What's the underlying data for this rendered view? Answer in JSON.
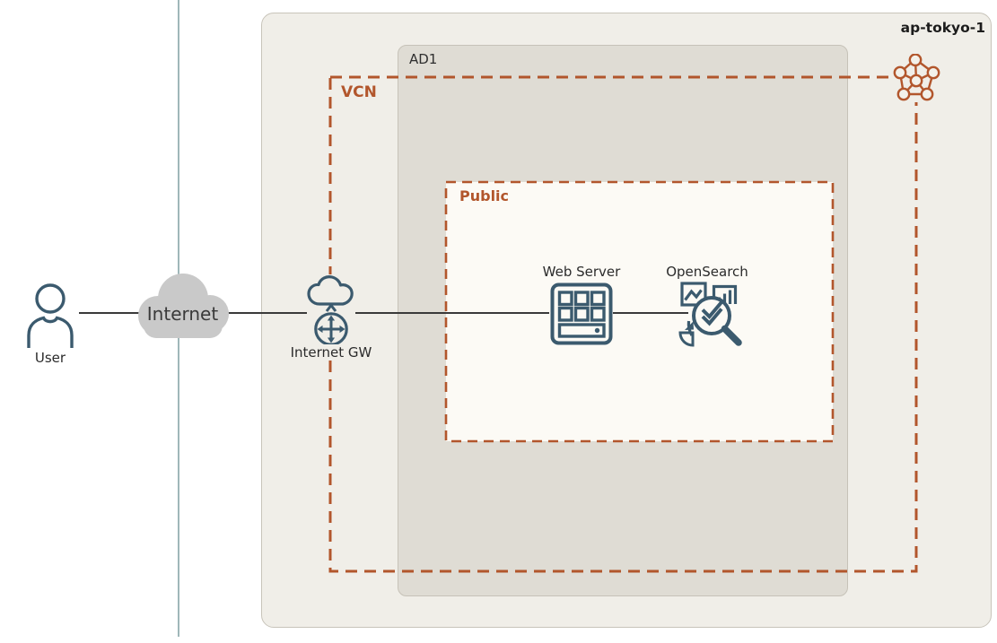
{
  "diagram": {
    "region": {
      "label": "ap-tokyo-1"
    },
    "ad": {
      "label": "AD1"
    },
    "vcn": {
      "label": "VCN"
    },
    "subnet": {
      "label": "Public"
    },
    "nodes": {
      "user": {
        "label": "User"
      },
      "internet": {
        "label": "Internet"
      },
      "internet_gw": {
        "label": "Internet GW"
      },
      "web_server": {
        "label": "Web Server"
      },
      "opensearch": {
        "label": "OpenSearch"
      }
    },
    "icons": {
      "user": "user-person-icon",
      "internet": "internet-cloud-shape",
      "internet_gw": "cloud-with-router-arrows-icon",
      "web_server": "server-grid-icon",
      "opensearch": "magnifier-check-with-charts-icon",
      "vcn_corner": "vcn-pentagon-network-icon"
    },
    "colors": {
      "accent_orange": "#b2562c",
      "icon_teal": "#3b5a6e",
      "region_bg": "#f0eee8",
      "region_border": "#c8c4ba",
      "ad_bg": "#dfdcd4",
      "ad_border": "#c6c2b8",
      "subnet_bg": "#fcfaf5",
      "cloud_gray": "#c9c9c9",
      "connector_line": "#3a3a3a",
      "guide_line": "#9fb7b9"
    }
  }
}
